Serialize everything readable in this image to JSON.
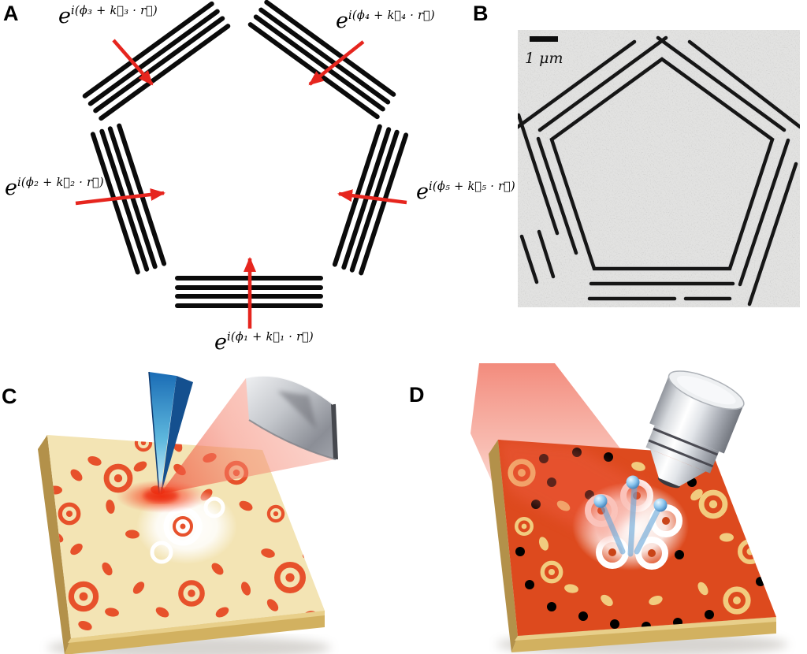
{
  "panels": {
    "a": {
      "label": "A"
    },
    "b": {
      "label": "B",
      "scale_bar": "1 μm"
    },
    "c": {
      "label": "C"
    },
    "d": {
      "label": "D"
    }
  },
  "panel_a": {
    "beams": [
      {
        "n": "1",
        "base": "e",
        "exp": "i(ϕ₁ + k⃗₁ · r⃗)"
      },
      {
        "n": "2",
        "base": "e",
        "exp": "i(ϕ₂ + k⃗₂ · r⃗)"
      },
      {
        "n": "3",
        "base": "e",
        "exp": "i(ϕ₃ + k⃗₃ · r⃗)"
      },
      {
        "n": "4",
        "base": "e",
        "exp": "i(ϕ₄ + k⃗₄ · r⃗)"
      },
      {
        "n": "5",
        "base": "e",
        "exp": "i(ϕ₅ + k⃗₅ · r⃗)"
      }
    ]
  },
  "colors": {
    "arrow_red": "#e6251e",
    "grating_black": "#0b0b0b",
    "sem_background": "#a8a8a8",
    "sem_slit": "#161616",
    "slab_gold": "#c9a855",
    "pattern_orange_c": "#e7512b",
    "pattern_cream_c": "#f3e4b4",
    "pattern_red_d": "#dd4a1e",
    "pattern_yellow_d": "#f1cc7f",
    "laser_red": "#f2705c",
    "tip_blue_dark": "#14508f",
    "tip_blue_light": "#bfe9f6",
    "pin_blue": "#66a5d8",
    "metal_dark": "#70747c"
  }
}
